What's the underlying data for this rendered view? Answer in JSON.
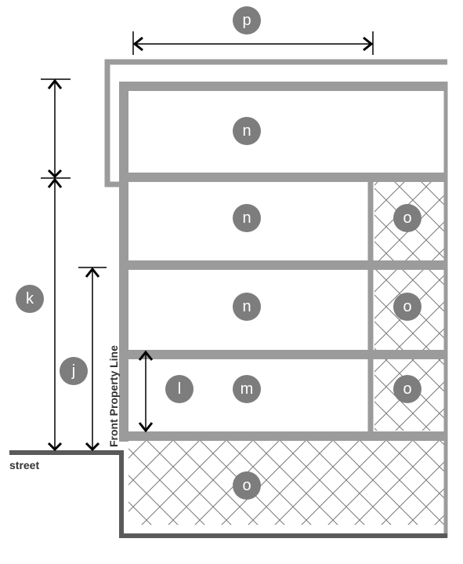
{
  "labels": {
    "p": "p",
    "k": "k",
    "j": "j",
    "l": "l",
    "m": "m",
    "n_top": "n",
    "n_second": "n",
    "n_third": "n",
    "o_second": "o",
    "o_third": "o",
    "o_fourth": "o",
    "o_bottom": "o",
    "street": "street",
    "front_property_line": "Front Property Line"
  },
  "colors": {
    "wall": "#9b9b9b",
    "dark_wall": "#5a5a5a",
    "circle": "#7d7d7d",
    "hatch": "#7a7a7a",
    "dimension": "#000000"
  }
}
